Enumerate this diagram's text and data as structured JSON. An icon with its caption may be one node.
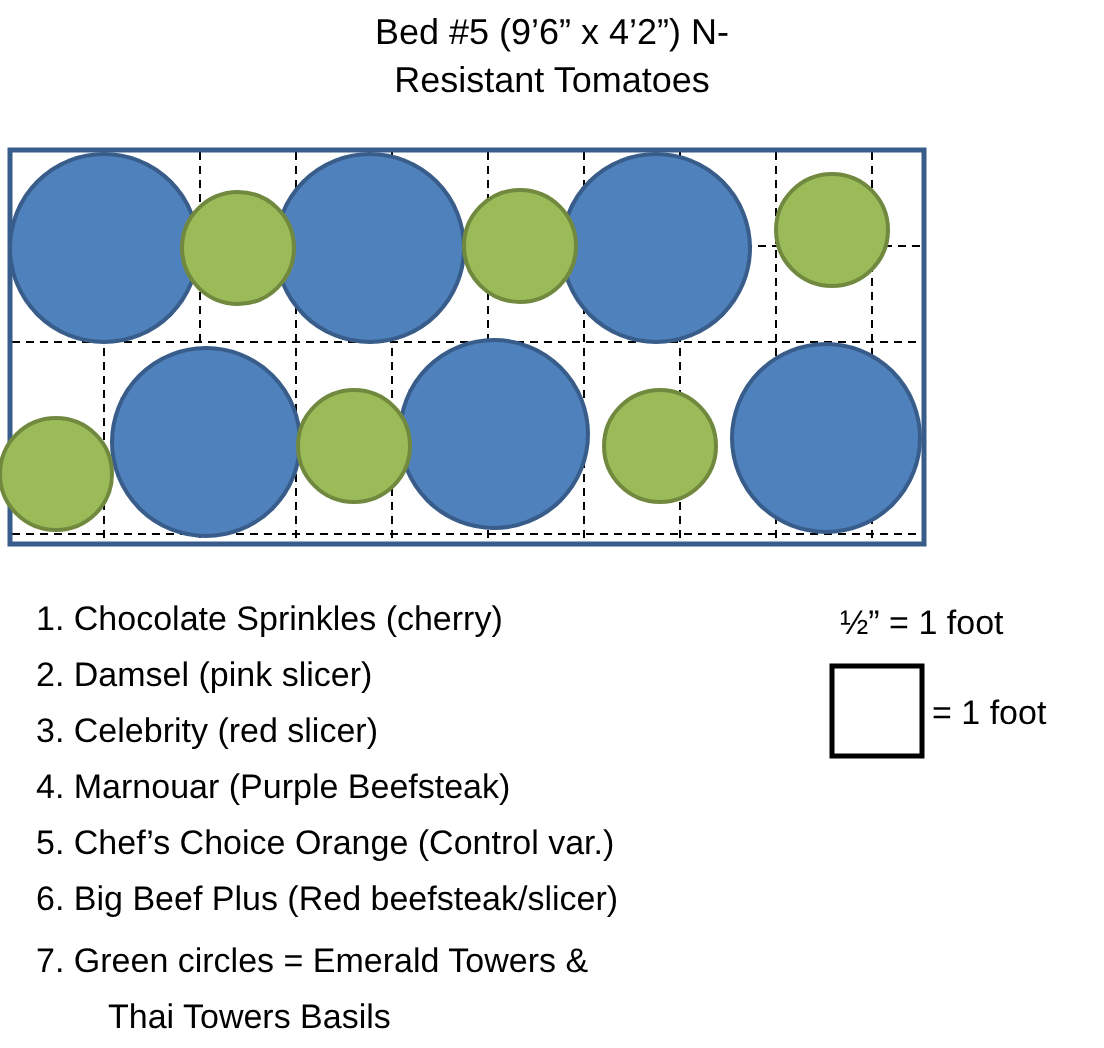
{
  "diagram": {
    "title": "Bed #5 (9’6” x 4’2”) N-Resistant Tomatoes",
    "labels": [
      "1. Chocolate Sprinkles (cherry)",
      "2. Damsel (pink slicer)",
      "3. Celebrity (red slicer)",
      "4. Marnouar (Purple Beefsteak)",
      "5. Chef’s Choice Orange (Control var.)",
      "6. Big Beef Plus (Red beefsteak/slicer)",
      "7. Green circles = Emerald Towers & Thai Towers Basils",
      "½” = 1 foot",
      "= 1 foot"
    ]
  }
}
